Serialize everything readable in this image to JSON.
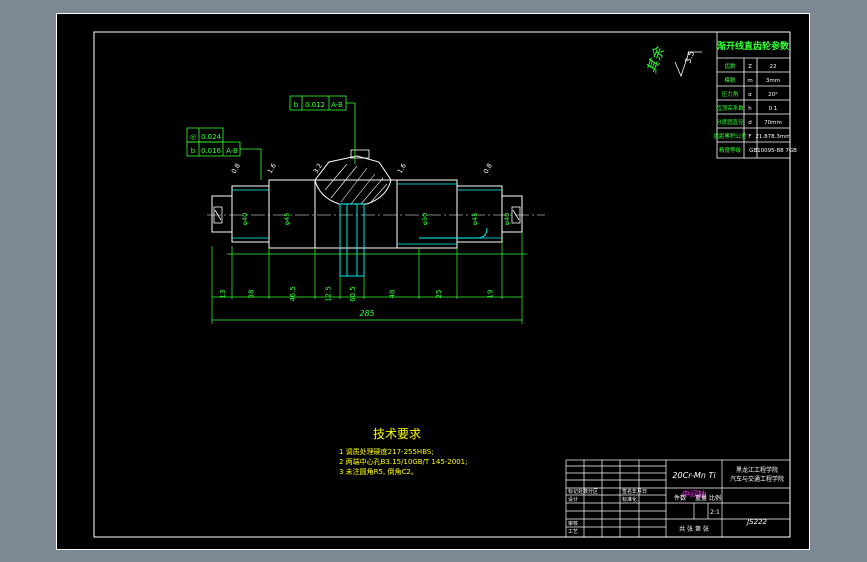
{
  "param_table": {
    "title": "渐开线直齿轮参数",
    "rows": [
      {
        "name": "齿数",
        "sym": "Z",
        "val": "22"
      },
      {
        "name": "模数",
        "sym": "m",
        "val": "3mm"
      },
      {
        "name": "压力角",
        "sym": "α",
        "val": "20°"
      },
      {
        "name": "齿顶高系数",
        "sym": "h",
        "val": "0.1"
      },
      {
        "name": "分度圆直径",
        "sym": "d",
        "val": "70mm"
      },
      {
        "name": "齿距累积公差",
        "sym": "F",
        "val": "21.878.3mm"
      },
      {
        "name": "精度等级",
        "sym": "",
        "val": "GB10095-88  7GB"
      }
    ]
  },
  "roughness": {
    "symbol": "3.5",
    "note": "其余"
  },
  "tolerance_frames": [
    {
      "sym": "b",
      "val": "0.012",
      "ref": "A-B"
    },
    {
      "sym": "◎",
      "val": "0.024",
      "ref": ""
    },
    {
      "sym": "b",
      "val": "0.016",
      "ref": "A-B"
    }
  ],
  "dimensions": {
    "segments": [
      "13",
      "38",
      "46.5",
      "12.5",
      "60.5",
      "48",
      "25",
      "19"
    ],
    "total": "285",
    "diameters": [
      "φ40",
      "φ45",
      "φ50",
      "φ45",
      "φ40"
    ],
    "roughness_marks": [
      "0.8",
      "1.6",
      "3.2",
      "1.6",
      "0.8"
    ]
  },
  "tech_requirements": {
    "title": "技术要求",
    "items": [
      "1  调质处理硬度217-255HBS;",
      "2  两端中心孔B3.15/10GB/T 145-2001;",
      "3  未注圆角R5, 倒角C2。"
    ]
  },
  "title_block": {
    "part_code": "20Cr-Mn Ti",
    "school": "黑龙江工程学院",
    "dept": "汽车与交通工程学院",
    "part_name": "中间轴",
    "scale_label": "比例",
    "scale": "2:1",
    "weight_label": "重量",
    "count_label": "件数",
    "total_label": "共 张 第 张",
    "rows": [
      "标记处数分区",
      "设计",
      "审核",
      "工艺"
    ],
    "std": "标准化",
    "date": "签名年月日",
    "drawing_no": "JS222"
  }
}
